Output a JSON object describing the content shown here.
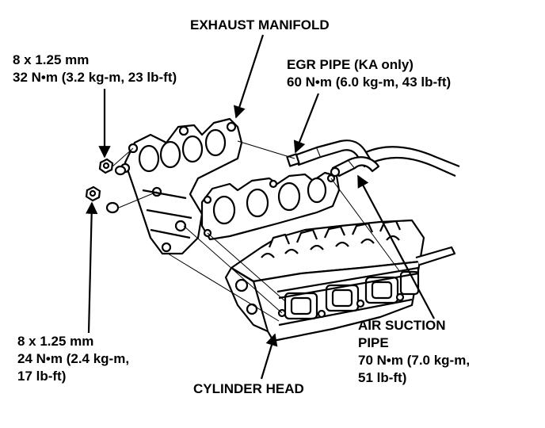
{
  "labels": {
    "exhaust_manifold": "EXHAUST MANIFOLD",
    "upper_bolt": {
      "line1": "8 x 1.25 mm",
      "line2": "32 N•m (3.2 kg-m, 23 lb-ft)"
    },
    "egr_pipe": {
      "line1": "EGR PIPE (KA only)",
      "line2": "60 N•m (6.0 kg-m, 43 lb-ft)"
    },
    "lower_bolt": {
      "line1": "8 x 1.25 mm",
      "line2": "24 N•m (2.4 kg-m,",
      "line3": "17 lb-ft)"
    },
    "air_suction_pipe": {
      "line1": "AIR SUCTION",
      "line2": "PIPE",
      "line3": "70 N•m (7.0 kg-m,",
      "line4": "51 lb-ft)"
    },
    "cylinder_head": "CYLINDER HEAD"
  },
  "colors": {
    "ink": "#000000",
    "paper": "#ffffff"
  }
}
